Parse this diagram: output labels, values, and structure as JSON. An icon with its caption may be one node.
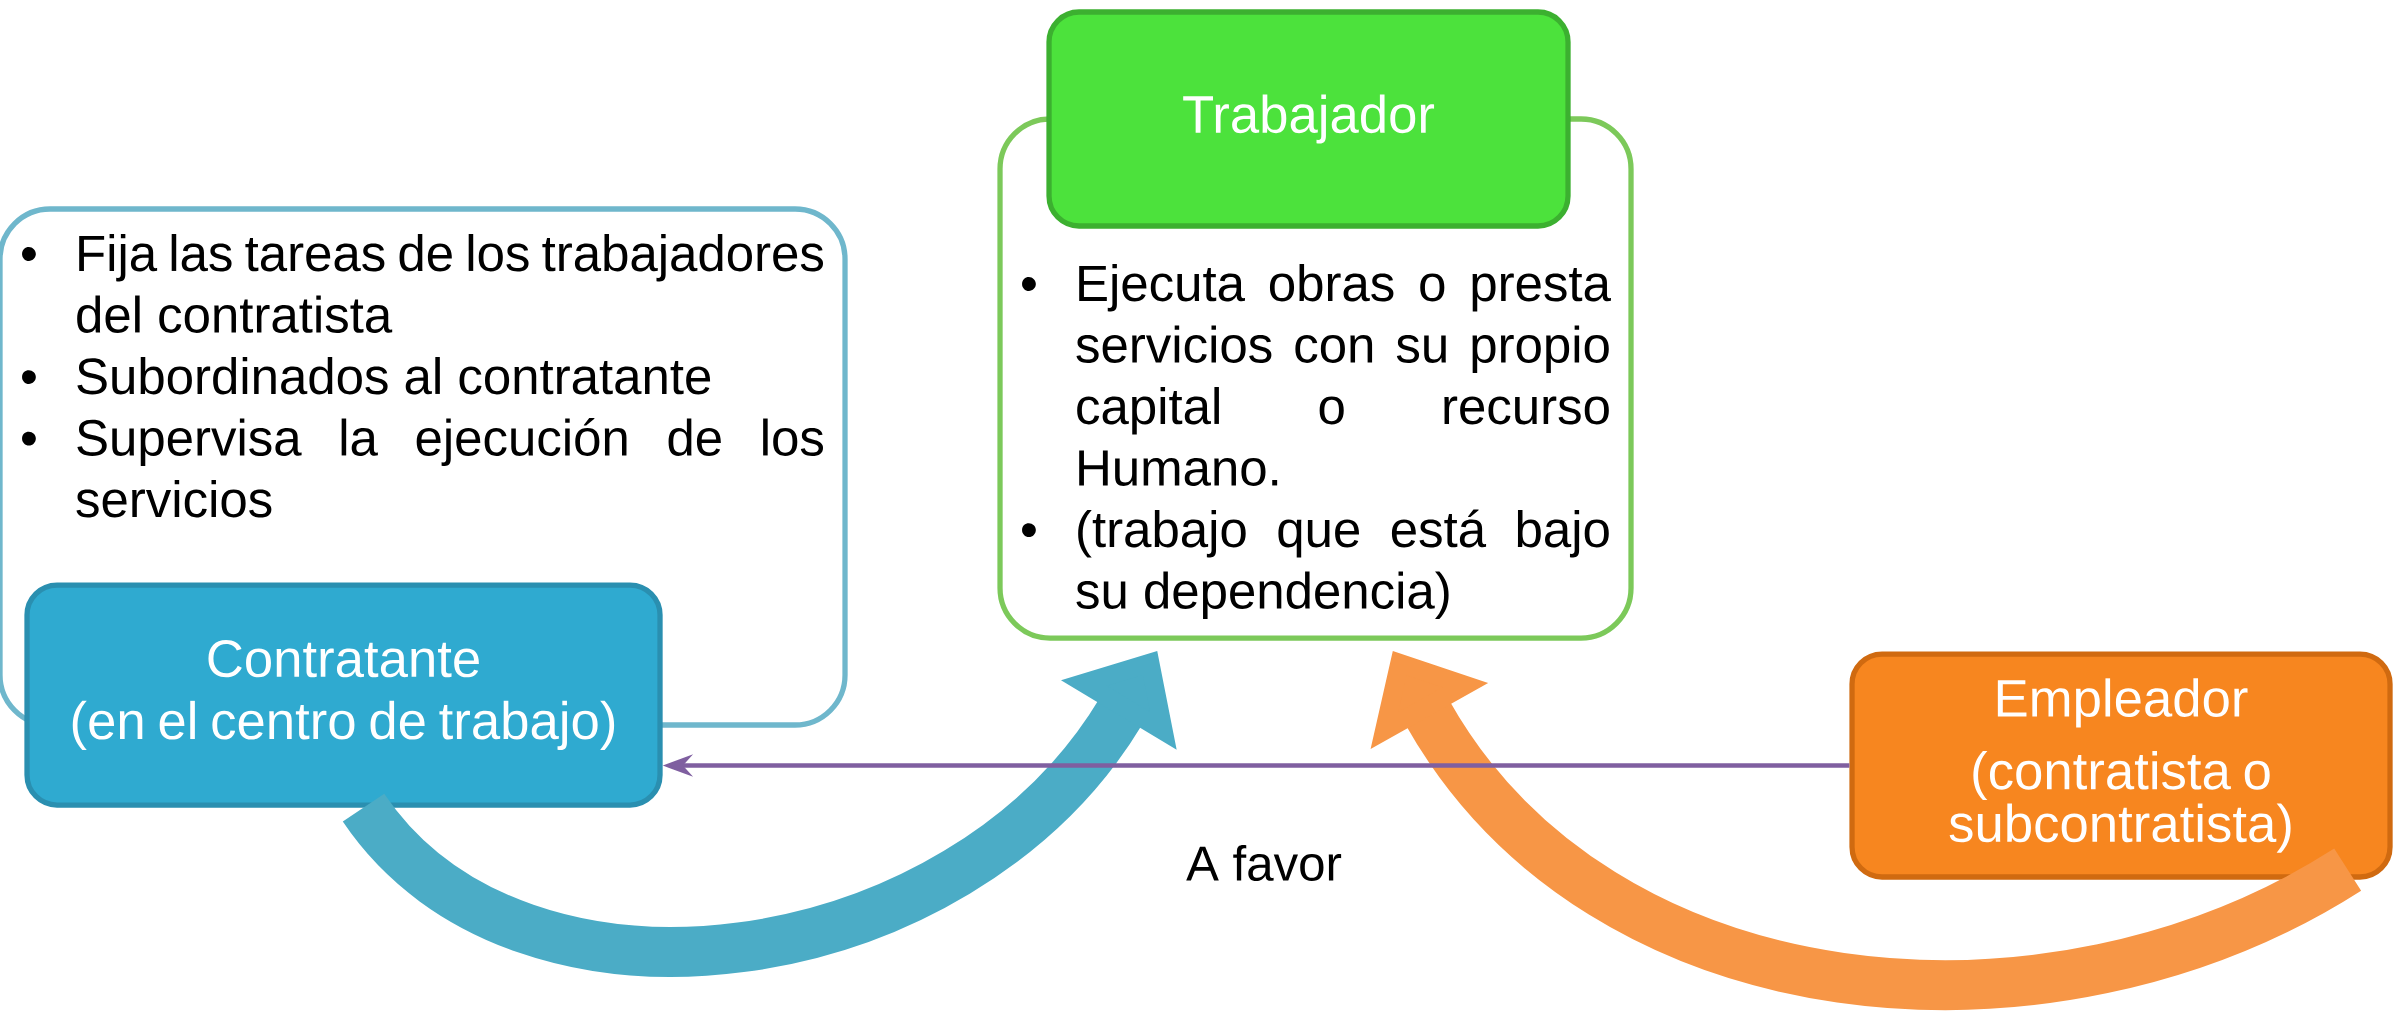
{
  "diagram": {
    "nodes": [
      {
        "text": [
          "Fija las tareas de los trabajadores del contratista",
          "Subordinados al contratante",
          "Supervisa la ejecución de los servicios"
        ]
      },
      {
        "text": [
          "Contratante",
          "(en el centro de trabajo)"
        ]
      },
      {
        "text": [
          "Trabajador"
        ]
      },
      {
        "text": [
          "Ejecuta obras o presta servicios con su propio capital o recurso Humano.",
          "(trabajo que está bajo su dependencia)"
        ]
      },
      {
        "text": [
          "Empleador",
          "(contratista o subcontratista)"
        ]
      }
    ],
    "edges": [
      {
        "from": 1,
        "to": 3,
        "arrow": "to",
        "color": "#4bacc6"
      },
      {
        "from": 4,
        "to": 3,
        "arrow": "to",
        "color": "#f79646"
      },
      {
        "from": 4,
        "to": 1,
        "arrow": "to",
        "label": "A favor",
        "color": "#7f5fa0"
      }
    ],
    "labels": [
      "•",
      "•",
      "•",
      "•",
      "•"
    ]
  }
}
